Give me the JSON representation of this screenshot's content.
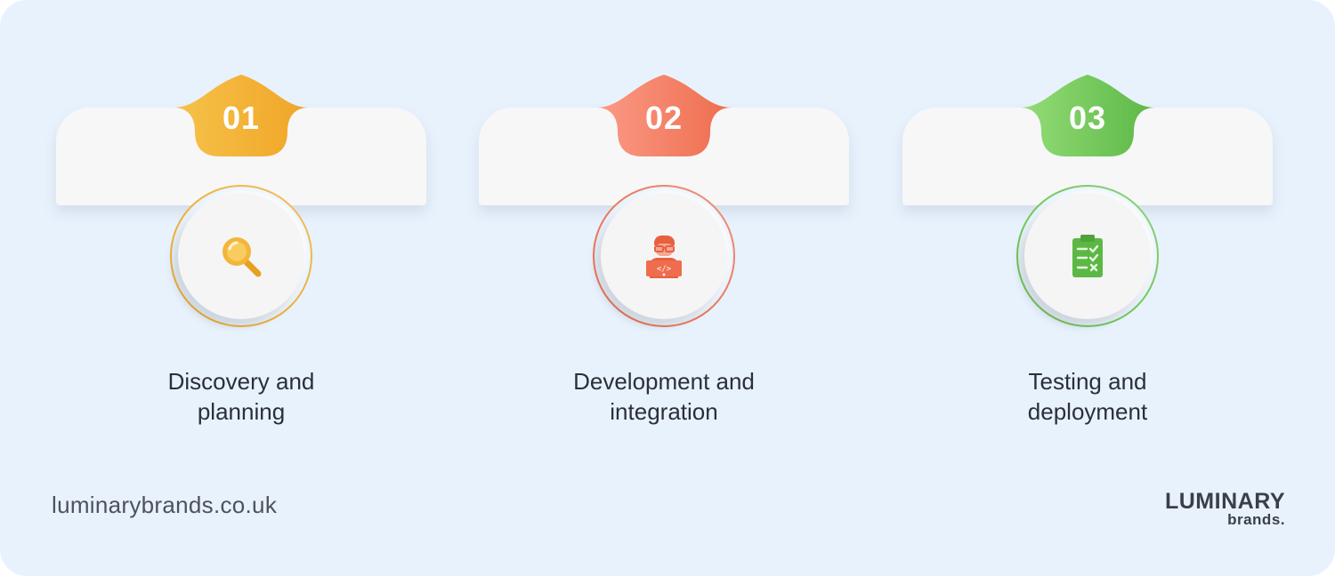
{
  "steps": [
    {
      "number": "01",
      "label_line1": "Discovery and",
      "label_line2": "planning",
      "icon": "magnifying-glass-icon",
      "color_start": "#f6c24a",
      "color_end": "#f0a527",
      "ring_color": "#f0b23c"
    },
    {
      "number": "02",
      "label_line1": "Development and",
      "label_line2": "integration",
      "icon": "developer-icon",
      "color_start": "#fb9a86",
      "color_end": "#ee6d4e",
      "ring_color": "#ec7a5f"
    },
    {
      "number": "03",
      "label_line1": "Testing and",
      "label_line2": "deployment",
      "icon": "clipboard-checklist-icon",
      "color_start": "#94dc78",
      "color_end": "#5cb845",
      "ring_color": "#74c95d"
    }
  ],
  "footer": {
    "url": "luminarybrands.co.uk"
  },
  "logo": {
    "line1": "LUMINARY",
    "line2": "brands."
  }
}
